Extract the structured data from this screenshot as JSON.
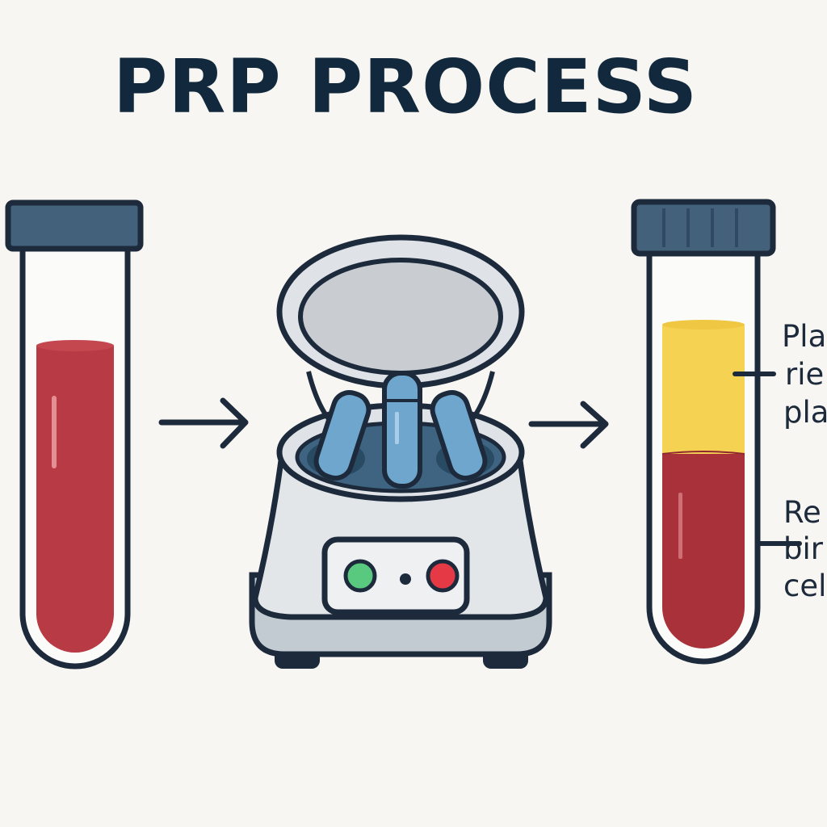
{
  "title": "PRP PROCESS",
  "labels": {
    "top": [
      "Pla",
      "rie",
      "pla"
    ],
    "bottom": [
      "Re",
      "bir",
      "cel"
    ]
  },
  "colors": {
    "background": "#f8f6f2",
    "outline": "#1d2a3b",
    "cap": "#44617b",
    "blood": "#b83a44",
    "plasma": "#f6d253",
    "centrifuge_body": "#e3e6e9",
    "centrifuge_tube": "#6ea6ce",
    "led_green": "#59c980",
    "led_red": "#e53a45"
  },
  "icons": [
    "arrow-right-icon",
    "centrifuge-icon",
    "test-tube-icon"
  ]
}
